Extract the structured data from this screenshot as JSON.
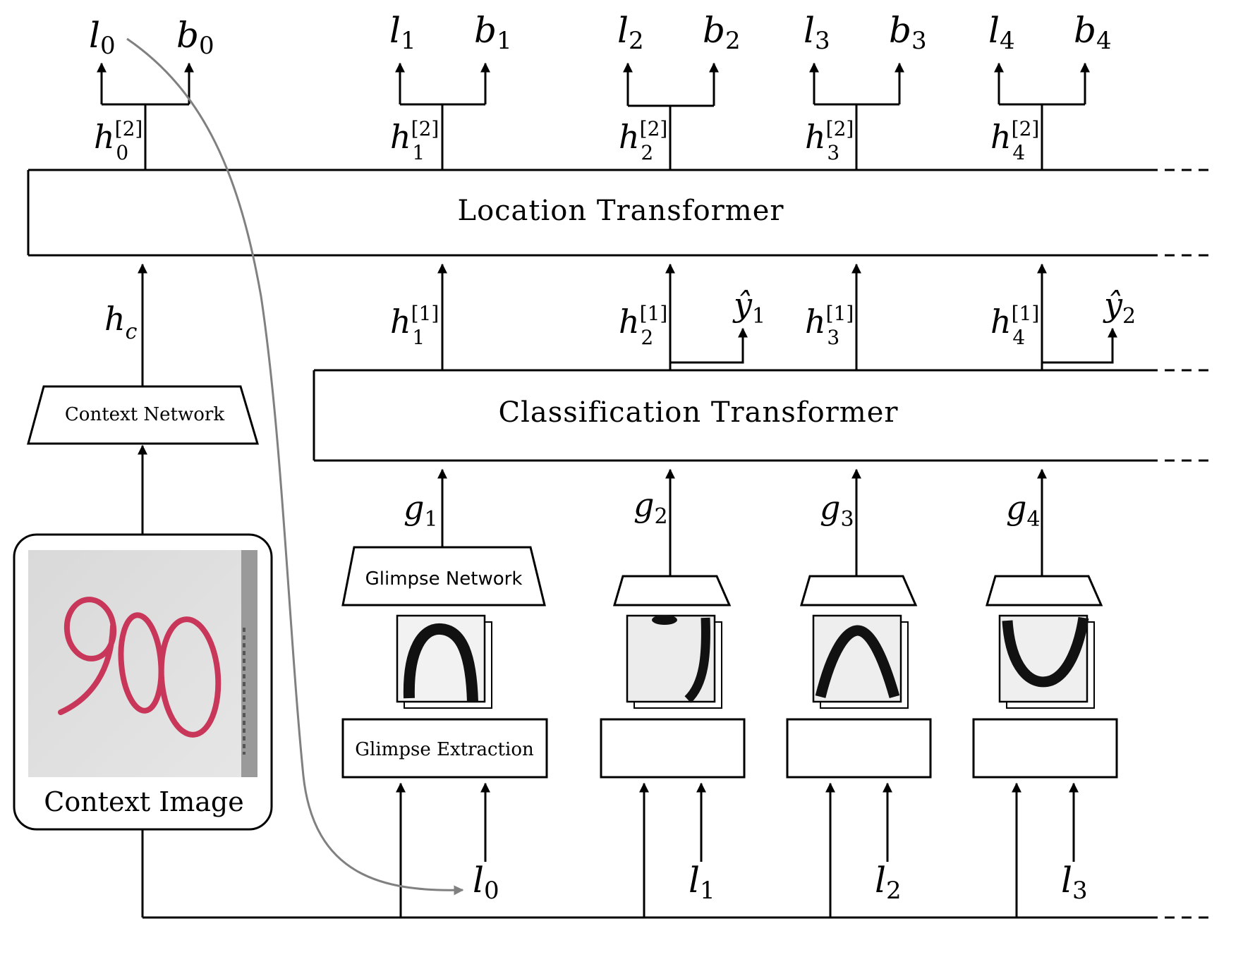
{
  "blocks": {
    "location_transformer": "Location Transformer",
    "classification_transformer": "Classification Transformer",
    "context_network": "Context Network",
    "glimpse_network": "Glimpse Network",
    "glimpse_extraction": "Glimpse Extraction",
    "context_image": "Context Image"
  },
  "context_image_content": "900",
  "outputs": [
    {
      "l": "l",
      "l_sub": "0",
      "b": "b",
      "b_sub": "0",
      "h": "h",
      "h_sub": "0",
      "h_sup": "[2]"
    },
    {
      "l": "l",
      "l_sub": "1",
      "b": "b",
      "b_sub": "1",
      "h": "h",
      "h_sub": "1",
      "h_sup": "[2]"
    },
    {
      "l": "l",
      "l_sub": "2",
      "b": "b",
      "b_sub": "2",
      "h": "h",
      "h_sub": "2",
      "h_sup": "[2]"
    },
    {
      "l": "l",
      "l_sub": "3",
      "b": "b",
      "b_sub": "3",
      "h": "h",
      "h_sub": "3",
      "h_sup": "[2]"
    },
    {
      "l": "l",
      "l_sub": "4",
      "b": "b",
      "b_sub": "4",
      "h": "h",
      "h_sub": "4",
      "h_sup": "[2]"
    }
  ],
  "hidden1": [
    {
      "h": "h",
      "sub": "1",
      "sup": "[1]"
    },
    {
      "h": "h",
      "sub": "2",
      "sup": "[1]"
    },
    {
      "h": "h",
      "sub": "3",
      "sup": "[1]"
    },
    {
      "h": "h",
      "sub": "4",
      "sup": "[1]"
    }
  ],
  "context_hidden": {
    "h": "h",
    "sub": "c"
  },
  "predictions": [
    {
      "y": "ŷ",
      "sub": "1"
    },
    {
      "y": "ŷ",
      "sub": "2"
    }
  ],
  "glimpses": [
    {
      "g": "g",
      "sub": "1"
    },
    {
      "g": "g",
      "sub": "2"
    },
    {
      "g": "g",
      "sub": "3"
    },
    {
      "g": "g",
      "sub": "4"
    }
  ],
  "inputs": [
    {
      "l": "l",
      "sub": "0"
    },
    {
      "l": "l",
      "sub": "1"
    },
    {
      "l": "l",
      "sub": "2"
    },
    {
      "l": "l",
      "sub": "3"
    }
  ],
  "colors": {
    "line": "#000000",
    "feedback_arrow": "#808080",
    "digit_stroke": "#c8375a",
    "image_bg": "#dcdcdc"
  }
}
